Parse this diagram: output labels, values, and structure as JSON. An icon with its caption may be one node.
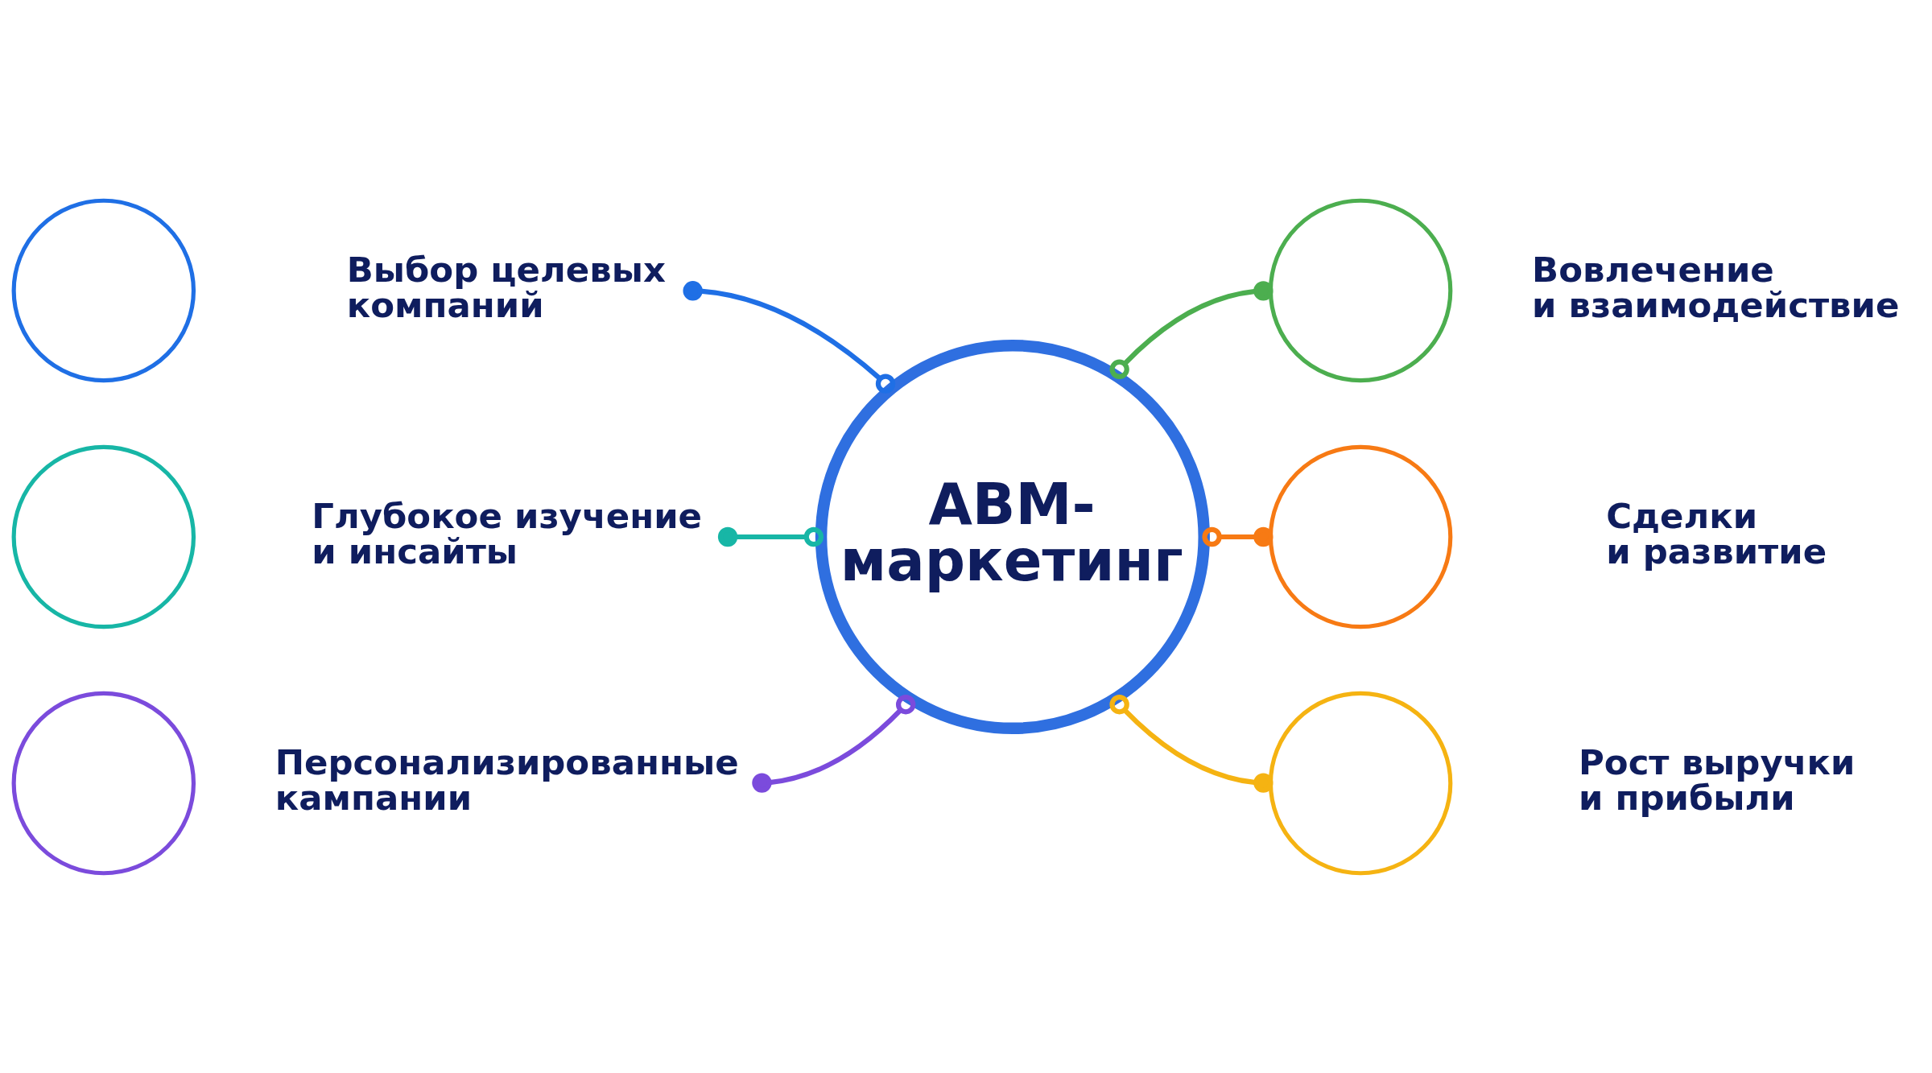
{
  "diagram": {
    "nodes": [
      {
        "text": [
          "ABM-маркетинг"
        ]
      },
      {
        "text": [],
        "shape": "circle"
      },
      {
        "text": [
          "Выбор целевых компаний"
        ]
      },
      {
        "text": [],
        "shape": "circle"
      },
      {
        "text": [
          "Глубокое изучение и инсайты"
        ]
      },
      {
        "text": [],
        "shape": "circle"
      },
      {
        "text": [
          "Персонализированные кампании"
        ]
      },
      {
        "text": [],
        "shape": "circle"
      },
      {
        "text": [
          "Вовлечение и взаимодействие"
        ]
      },
      {
        "text": [],
        "shape": "circle"
      },
      {
        "text": [
          "Сделки и развитие"
        ]
      },
      {
        "text": [],
        "shape": "circle"
      },
      {
        "text": [
          "Рост выручки и прибыли"
        ]
      }
    ],
    "edges": [
      {
        "from": 0,
        "to": 2,
        "arrow": "other",
        "color": "#1f6fe5"
      },
      {
        "from": 0,
        "to": 4,
        "arrow": "other",
        "color": "#17b6a6"
      },
      {
        "from": 0,
        "to": 6,
        "arrow": "other",
        "color": "#7b4bdc"
      },
      {
        "from": 0,
        "to": 7,
        "arrow": "other",
        "color": "#4cae4f"
      },
      {
        "from": 0,
        "to": 9,
        "arrow": "other",
        "color": "#f77a14"
      },
      {
        "from": 0,
        "to": 11,
        "arrow": "other",
        "color": "#f5b312"
      }
    ]
  }
}
